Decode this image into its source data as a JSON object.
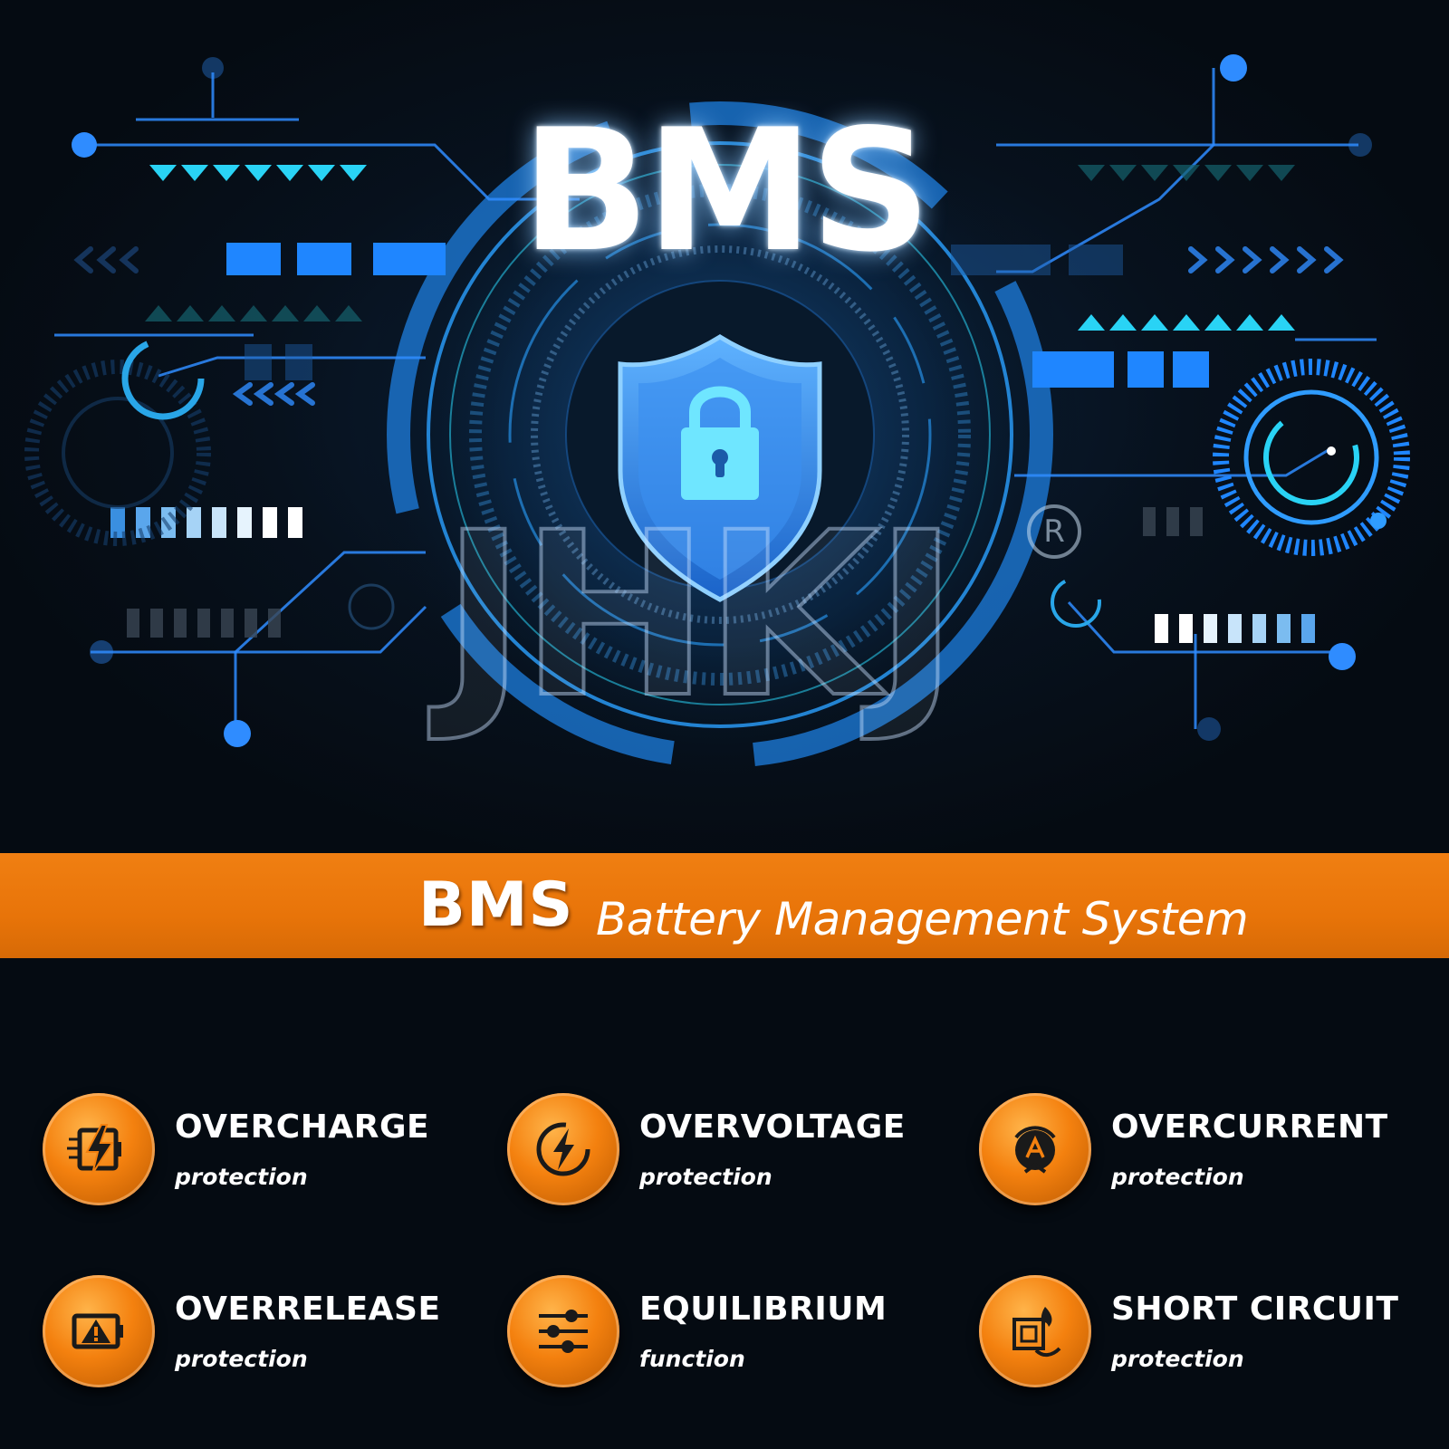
{
  "hero": {
    "title": "BMS",
    "watermark": "JHKJ",
    "registered_mark": "R",
    "icons": [
      "shield-icon",
      "padlock-icon"
    ],
    "colors": {
      "glow": "#1e8fff",
      "cyan": "#29d3f5",
      "bg": "#050b12"
    }
  },
  "band": {
    "title": "BMS",
    "subtitle": "Battery Management System",
    "color": "#e87409"
  },
  "features": [
    {
      "title": "OVERCHARGE",
      "subtitle": "protection",
      "icon": "battery-bolt-icon"
    },
    {
      "title": "OVERVOLTAGE",
      "subtitle": "protection",
      "icon": "lightning-icon"
    },
    {
      "title": "OVERCURRENT",
      "subtitle": "protection",
      "icon": "ammeter-icon"
    },
    {
      "title": "OVERRELEASE",
      "subtitle": "protection",
      "icon": "battery-warning-icon"
    },
    {
      "title": "EQUILIBRIUM",
      "subtitle": "function",
      "icon": "sliders-icon"
    },
    {
      "title": "SHORT CIRCUIT",
      "subtitle": "protection",
      "icon": "plug-fire-icon"
    }
  ]
}
